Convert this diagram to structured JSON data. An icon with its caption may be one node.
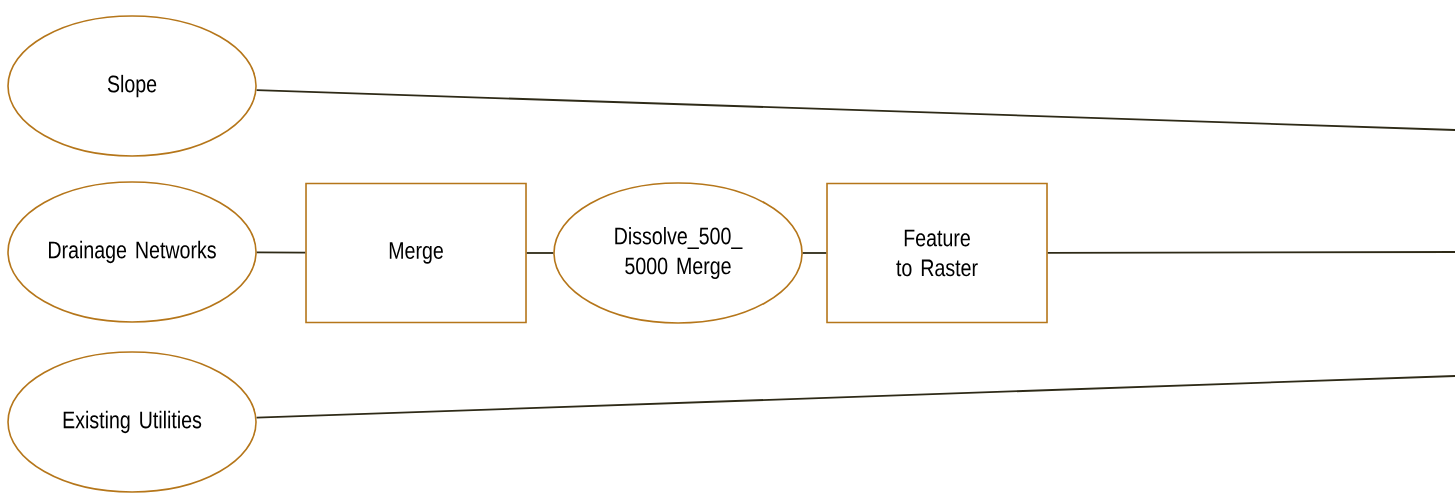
{
  "diagram": {
    "nodes": [
      {
        "text": [
          "Slope"
        ]
      },
      {
        "text": [
          "Drainage Networks"
        ]
      },
      {
        "text": [
          "Merge"
        ]
      },
      {
        "text": [
          "Dissolve_500_ 5000 Merge"
        ]
      },
      {
        "text": [
          "Feature to Raster"
        ]
      },
      {
        "text": [
          "Existing Utilities"
        ]
      }
    ],
    "edges": [
      {
        "from": 0,
        "to": null,
        "arrow": "none"
      },
      {
        "from": 1,
        "to": 2,
        "arrow": "none"
      },
      {
        "from": 2,
        "to": 3,
        "arrow": "none"
      },
      {
        "from": 3,
        "to": 4,
        "arrow": "none"
      },
      {
        "from": 4,
        "to": null,
        "arrow": "none"
      },
      {
        "from": 5,
        "to": null,
        "arrow": "none"
      }
    ]
  }
}
